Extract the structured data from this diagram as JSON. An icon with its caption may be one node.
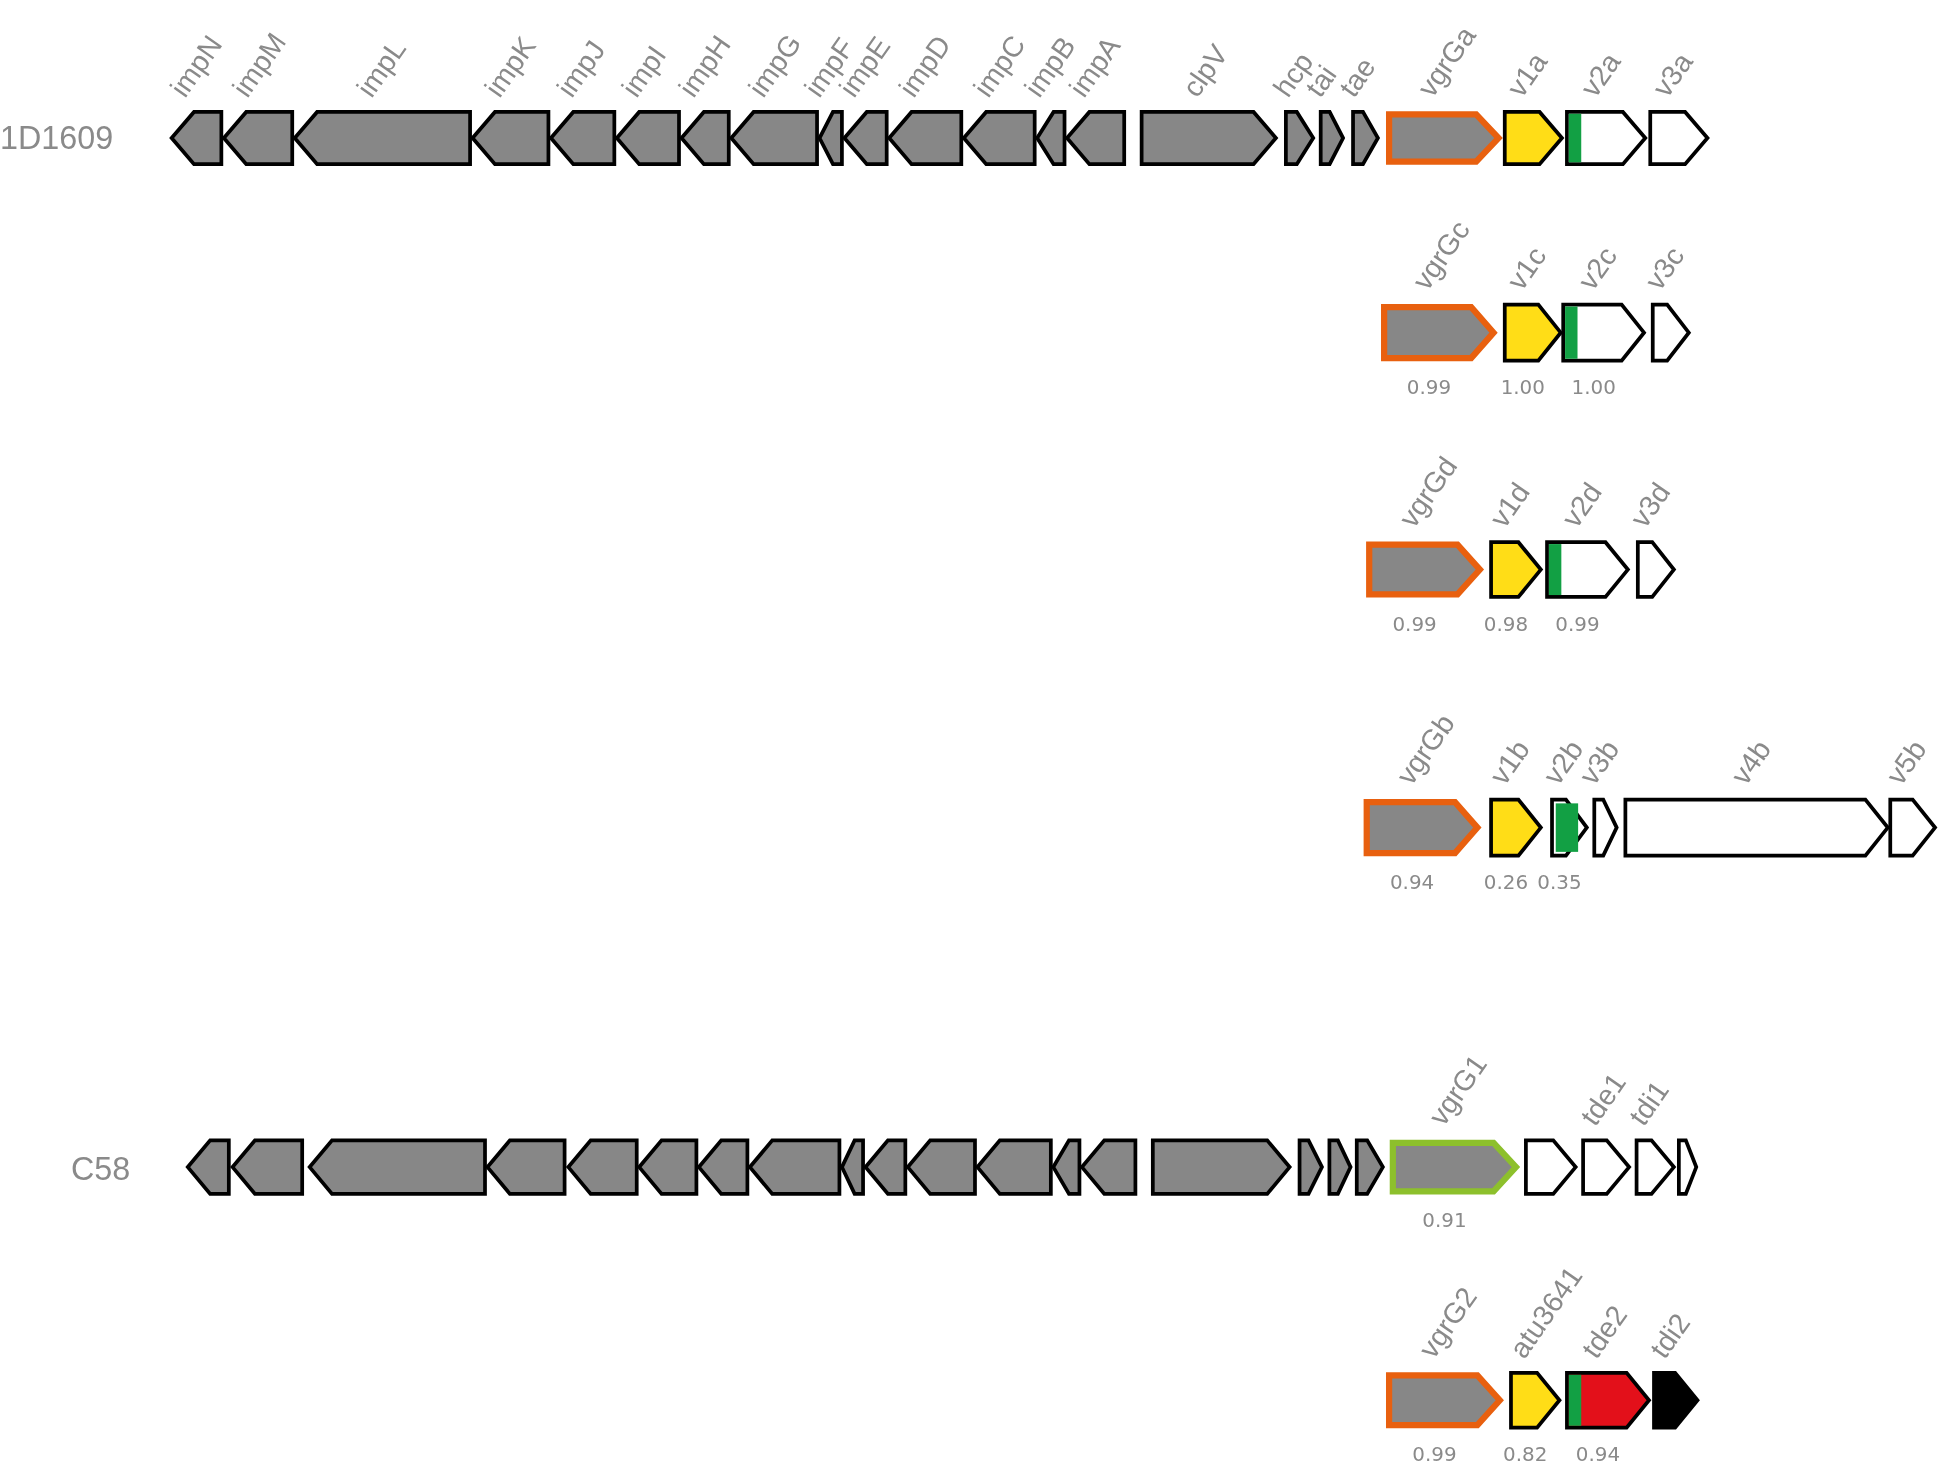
{
  "diagram": {
    "labels": [
      "impN",
      "impM",
      "impL",
      "impK",
      "impJ",
      "impI",
      "impH",
      "impG",
      "impF",
      "impE",
      "impD",
      "impC",
      "impB",
      "impA",
      "clpV",
      "hcp",
      "tai",
      "tae",
      "vgrGa",
      "v1a",
      "v2a",
      "v3a",
      "1D1609",
      "vgrGc",
      "v1c",
      "v2c",
      "v3c",
      "0.99",
      "1.00",
      "1.00",
      "vgrGd",
      "v1d",
      "v2d",
      "v3d",
      "0.99",
      "0.98",
      "0.99",
      "vgrGb",
      "v1b",
      "v2b",
      "v3b",
      "v4b",
      "v5b",
      "0.94",
      "0.26",
      "0.35",
      "vgrG1",
      "tde1",
      "tdi1",
      "C58",
      "0.91",
      "vgrG2",
      "atu3641",
      "tde2",
      "tdi2",
      "0.99",
      "0.82",
      "0.94"
    ]
  }
}
